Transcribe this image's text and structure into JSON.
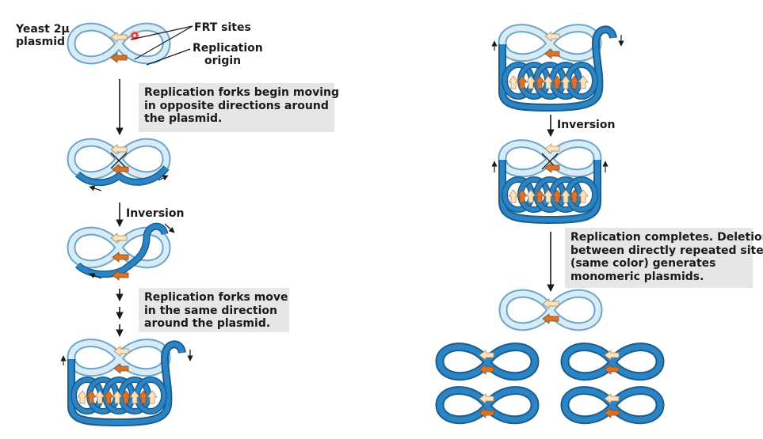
{
  "title": {
    "line1": "Yeast 2μ",
    "line2": "plasmid"
  },
  "labels": {
    "frt_sites": "FRT sites",
    "replication_origin_1": "Replication",
    "replication_origin_2": "origin",
    "inversion_left": "Inversion",
    "inversion_right": "Inversion"
  },
  "callouts": {
    "forks_begin": [
      "Replication forks begin moving",
      "in opposite directions around",
      "the plasmid."
    ],
    "forks_same": [
      "Replication forks move",
      "in the same direction",
      "around the plasmid."
    ],
    "completes": [
      "Replication completes. Deletion",
      "between directly repeated sites",
      "(same color) generates",
      "monomeric plasmids."
    ]
  },
  "colors": {
    "parental_strand": "#d9ecf6",
    "parental_outline": "#6aa6cc",
    "new_strand": "#2b84c4",
    "new_outline": "#1a5d8e",
    "frt_light": "#fbe3bf",
    "frt_dark": "#d8732b",
    "callout_bg": "#e6e6e6",
    "marker_red": "#e8202a"
  }
}
